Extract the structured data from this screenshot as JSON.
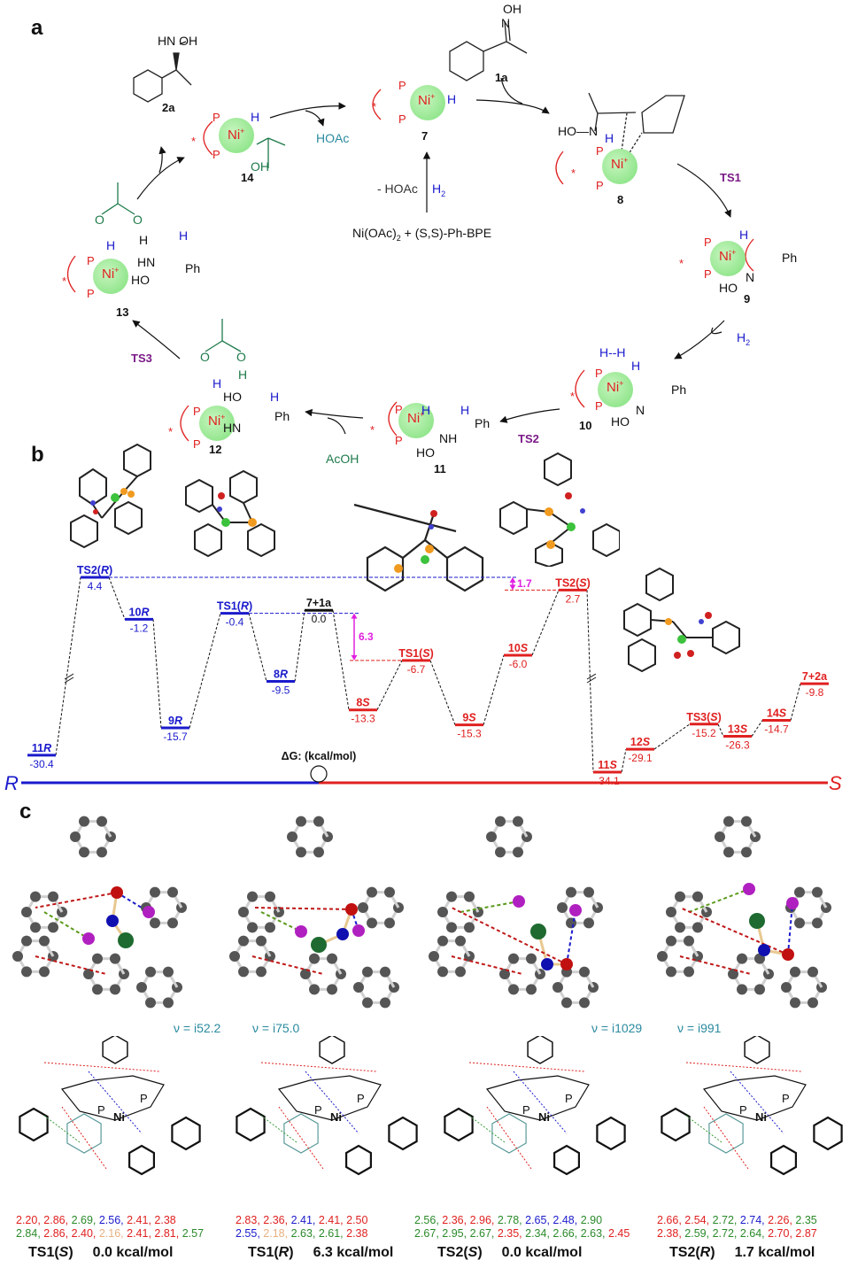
{
  "panels": {
    "a": {
      "letter": "a",
      "compounds": [
        {
          "id": "2a",
          "label": "2a",
          "desc": "HN-OH amine product"
        },
        {
          "id": "14",
          "label": "14"
        },
        {
          "id": "7",
          "label": "7"
        },
        {
          "id": "1a",
          "label": "1a",
          "desc": "oxime substrate"
        },
        {
          "id": "8",
          "label": "8"
        },
        {
          "id": "9",
          "label": "9"
        },
        {
          "id": "10",
          "label": "10"
        },
        {
          "id": "11",
          "label": "11"
        },
        {
          "id": "12",
          "label": "12"
        },
        {
          "id": "13",
          "label": "13"
        }
      ],
      "texts": {
        "hoac_out": "HOAc",
        "minus_hoac": "- HOAc",
        "h2_in": "H",
        "h2_sub": "2",
        "precursor": "Ni(OAc)",
        "precursor_sub": "2",
        "precursor_rest": " + (S,S)-Ph-BPE",
        "h2_step": "H",
        "acoh": "AcOH",
        "ts1": "TS1",
        "ts2": "TS2",
        "ts3": "TS3",
        "ni": "Ni",
        "plus": "+",
        "p": "P",
        "star": "*",
        "ph": "Ph",
        "h": "H",
        "hn": "HN",
        "nh": "NH",
        "ho": "HO",
        "oh": "OH",
        "n": "N",
        "o": "O",
        "hh": "H--H",
        "ho_n": "HO—N"
      }
    },
    "b": {
      "letter": "b",
      "axis_label": "ΔG: (kcal/mol)",
      "left_end": "R",
      "right_end": "S",
      "barrier_annotations": [
        {
          "value": "6.3",
          "between": [
            "TS1(R)",
            "TS1(S)"
          ]
        },
        {
          "value": "1.7",
          "between": [
            "TS2(R)",
            "TS2(S)"
          ]
        }
      ]
    },
    "c": {
      "letter": "c",
      "frequencies": [
        "ν = i52.2",
        "ν = i75.0",
        "ν = i1029",
        "ν = i991"
      ],
      "structures": [
        {
          "name": "TS1(S)",
          "energy": "0.0 kcal/mol",
          "row1": [
            {
              "v": "2.20",
              "c": "red"
            },
            {
              "v": "2.86",
              "c": "red"
            },
            {
              "v": "2.69",
              "c": "green"
            },
            {
              "v": "2.56",
              "c": "blue"
            },
            {
              "v": "2.41",
              "c": "red"
            },
            {
              "v": "2.38",
              "c": "red"
            }
          ],
          "row2": [
            {
              "v": "2.84",
              "c": "green"
            },
            {
              "v": "2.86",
              "c": "red"
            },
            {
              "v": "2.40",
              "c": "red"
            },
            {
              "v": "2.16",
              "c": "tan"
            },
            {
              "v": "2.41",
              "c": "red"
            },
            {
              "v": "2.81",
              "c": "red"
            },
            {
              "v": "2.57",
              "c": "green"
            }
          ]
        },
        {
          "name": "TS1(R)",
          "energy": "6.3 kcal/mol",
          "row1": [
            {
              "v": "2.83",
              "c": "red"
            },
            {
              "v": "2.36",
              "c": "red"
            },
            {
              "v": "2.41",
              "c": "blue"
            },
            {
              "v": "2.41",
              "c": "red"
            },
            {
              "v": "2.50",
              "c": "red"
            }
          ],
          "row2": [
            {
              "v": "2.55",
              "c": "blue"
            },
            {
              "v": "2.18",
              "c": "tan"
            },
            {
              "v": "2.63",
              "c": "green"
            },
            {
              "v": "2.61",
              "c": "green"
            },
            {
              "v": "2.38",
              "c": "red"
            }
          ]
        },
        {
          "name": "TS2(S)",
          "energy": "0.0 kcal/mol",
          "row1": [
            {
              "v": "2.56",
              "c": "green"
            },
            {
              "v": "2.36",
              "c": "red"
            },
            {
              "v": "2.96",
              "c": "red"
            },
            {
              "v": "2.78",
              "c": "green"
            },
            {
              "v": "2.65",
              "c": "blue"
            },
            {
              "v": "2.48",
              "c": "blue"
            },
            {
              "v": "2.90",
              "c": "green"
            }
          ],
          "row2": [
            {
              "v": "2.67",
              "c": "green"
            },
            {
              "v": "2.95",
              "c": "green"
            },
            {
              "v": "2.67",
              "c": "green"
            },
            {
              "v": "2.35",
              "c": "red"
            },
            {
              "v": "2.34",
              "c": "green"
            },
            {
              "v": "2.66",
              "c": "green"
            },
            {
              "v": "2.63",
              "c": "green"
            },
            {
              "v": "2.45",
              "c": "red"
            }
          ]
        },
        {
          "name": "TS2(R)",
          "energy": "1.7 kcal/mol",
          "row1": [
            {
              "v": "2.66",
              "c": "red"
            },
            {
              "v": "2.54",
              "c": "red"
            },
            {
              "v": "2.72",
              "c": "green"
            },
            {
              "v": "2.74",
              "c": "blue"
            },
            {
              "v": "2.26",
              "c": "red"
            },
            {
              "v": "2.35",
              "c": "green"
            }
          ],
          "row2": [
            {
              "v": "2.38",
              "c": "red"
            },
            {
              "v": "2.59",
              "c": "green"
            },
            {
              "v": "2.72",
              "c": "green"
            },
            {
              "v": "2.64",
              "c": "green"
            },
            {
              "v": "2.70",
              "c": "red"
            },
            {
              "v": "2.87",
              "c": "red"
            }
          ]
        }
      ]
    }
  },
  "colors": {
    "r_path": "#1a1acc",
    "s_path": "#e02020",
    "start": "#111111",
    "magenta": "#e020e0",
    "ts_purple": "#7a1a86",
    "ligand_red": "#e02020",
    "hydride_blue": "#1a1acc",
    "acetate_green": "#1e7a4a",
    "freq_teal": "#2a8aa0",
    "tan": "#e8b080"
  },
  "chart_data": {
    "type": "energy-profile",
    "title": "",
    "ylabel": "ΔG: (kcal/mol)",
    "ylim": [
      -35,
      5
    ],
    "grid": false,
    "series": [
      {
        "name": "R",
        "color": "#1a1acc",
        "points": [
          {
            "label": "11R",
            "pre": "11",
            "ital": "R",
            "value": -30.4
          },
          {
            "label": "TS2(R)",
            "pre": "TS2(",
            "ital": "R",
            "post": ")",
            "value": 4.4
          },
          {
            "label": "10R",
            "pre": "10",
            "ital": "R",
            "value": -1.2
          },
          {
            "label": "9R",
            "pre": "9",
            "ital": "R",
            "value": -15.7
          },
          {
            "label": "TS1(R)",
            "pre": "TS1(",
            "ital": "R",
            "post": ")",
            "value": -0.4
          },
          {
            "label": "8R",
            "pre": "8",
            "ital": "R",
            "value": -9.5
          }
        ]
      },
      {
        "name": "start",
        "color": "#111111",
        "points": [
          {
            "label": "7+1a",
            "pre": "7+1a",
            "value": 0.0
          }
        ]
      },
      {
        "name": "S",
        "color": "#e02020",
        "points": [
          {
            "label": "8S",
            "pre": "8",
            "ital": "S",
            "value": -13.3
          },
          {
            "label": "TS1(S)",
            "pre": "TS1(",
            "ital": "S",
            "post": ")",
            "value": -6.7
          },
          {
            "label": "9S",
            "pre": "9",
            "ital": "S",
            "value": -15.3
          },
          {
            "label": "10S",
            "pre": "10",
            "ital": "S",
            "value": -6.0
          },
          {
            "label": "TS2(S)",
            "pre": "TS2(",
            "ital": "S",
            "post": ")",
            "value": 2.7
          },
          {
            "label": "11S",
            "pre": "11",
            "ital": "S",
            "value": -34.1
          },
          {
            "label": "12S",
            "pre": "12",
            "ital": "S",
            "value": -29.1
          },
          {
            "label": "TS3(S)",
            "pre": "TS3(",
            "ital": "S",
            "post": ")",
            "value": -15.2
          },
          {
            "label": "13S",
            "pre": "13",
            "ital": "S",
            "value": -26.3
          },
          {
            "label": "14S",
            "pre": "14",
            "ital": "S",
            "value": -14.7
          },
          {
            "label": "7+2a",
            "pre": "7+2a",
            "value": -9.8
          }
        ]
      }
    ],
    "value_labels": [
      "-30.4",
      "4.4",
      "-1.2",
      "-15.7",
      "-0.4",
      "-9.5",
      "0.0",
      "-13.3",
      "-6.7",
      "-15.3",
      "-6.0",
      "2.7",
      "-34.1",
      "-29.1",
      "-15.2",
      "-26.3",
      "-14.7",
      "-9.8"
    ]
  }
}
